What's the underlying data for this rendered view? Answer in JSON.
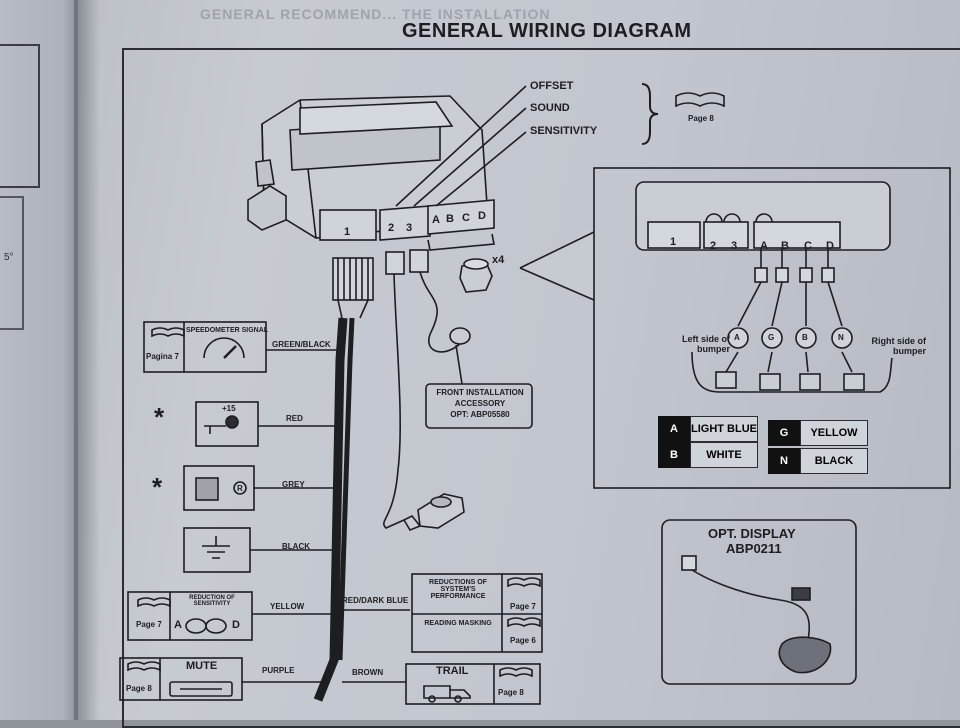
{
  "title": "GENERAL WIRING DIAGRAM",
  "ghost_header": "GENERAL RECOMMEND... THE INSTALLATION",
  "left_page": {
    "text": "5°"
  },
  "control_unit": {
    "connector_numbers": [
      "1",
      "2",
      "3",
      "A",
      "B",
      "C",
      "D"
    ],
    "callouts": [
      "OFFSET",
      "SOUND",
      "SENSITIVITY"
    ],
    "callout_ref": "Page 8",
    "sensor_qty": "x4"
  },
  "bumper_detail": {
    "connector_numbers": [
      "1",
      "2",
      "3",
      "A",
      "B",
      "C",
      "D"
    ],
    "sensors": [
      "A",
      "G",
      "B",
      "N"
    ],
    "left_label": "Left side of bumper",
    "right_label": "Right side of bumper",
    "legend": [
      {
        "key": "A",
        "value": "LIGHT BLUE"
      },
      {
        "key": "G",
        "value": "YELLOW"
      },
      {
        "key": "B",
        "value": "WHITE"
      },
      {
        "key": "N",
        "value": "BLACK"
      }
    ]
  },
  "front_accessory": {
    "line1": "FRONT INSTALLATION",
    "line2": "ACCESSORY",
    "line3": "OPT: ABP05580"
  },
  "display": {
    "title": "OPT. DISPLAY",
    "code": "ABP0211"
  },
  "inputs": [
    {
      "ref": "Pagina 7",
      "name": "SPEEDOMETER SIGNAL",
      "wire": "GREEN/BLACK"
    },
    {
      "mark": "*",
      "name": "+15",
      "wire": "RED"
    },
    {
      "mark": "*",
      "name": "R",
      "wire": "GREY"
    },
    {
      "wire": "BLACK"
    },
    {
      "ref": "Page 7",
      "name": "REDUCTION OF SENSITIVITY",
      "left": "A",
      "right": "D",
      "wire": "YELLOW"
    },
    {
      "ref": "Page 8",
      "name": "MUTE",
      "wire": "PURPLE"
    }
  ],
  "outputs": [
    {
      "wire": "RED/DARK BLUE",
      "rows": [
        {
          "name": "REDUCTIONS OF SYSTEM'S PERFORMANCE",
          "ref": "Page 7"
        },
        {
          "name": "READING MASKING",
          "ref": "Page 6"
        }
      ]
    },
    {
      "wire": "BROWN",
      "name": "TRAIL",
      "ref": "Page 8"
    }
  ]
}
